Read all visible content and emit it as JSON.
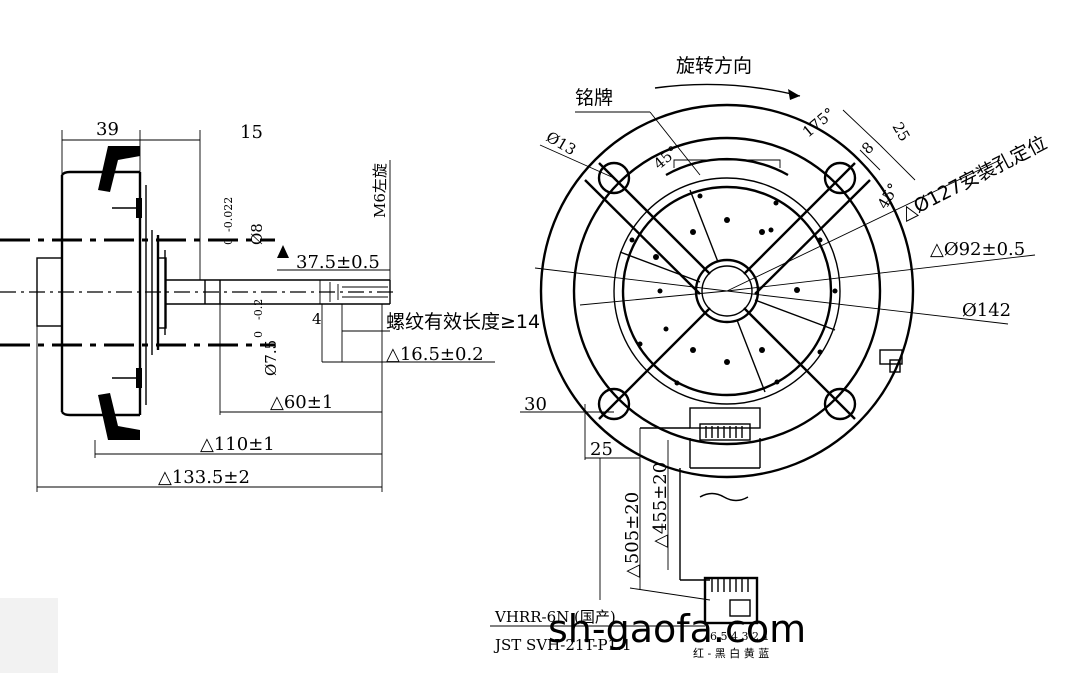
{
  "side_view": {
    "dim_39": "39",
    "dim_15": "15",
    "dim_shaft_dia": "Ø8",
    "dim_shaft_dia_tol_upper": "0",
    "dim_shaft_dia_tol_lower": "-0.022",
    "dim_flat": "Ø7.5",
    "dim_flat_tol_upper": "0",
    "dim_flat_tol_lower": "-0.2",
    "dim_4": "4",
    "thread": "M6左旋",
    "dim_37_5": "37.5±0.5",
    "thread_length": "螺纹有效长度≥14",
    "dim_16_5": "△16.5±0.2",
    "dim_60": "△60±1",
    "dim_110": "△110±1",
    "dim_133_5": "△133.5±2"
  },
  "front_view": {
    "rotation_direction": "旋转方向",
    "nameplate": "铭牌",
    "angle_175": "175°",
    "angle_45_a": "45°",
    "angle_45_b": "45°",
    "dim_25_top": "25",
    "dim_8": "8",
    "dim_13": "Ø13",
    "mount_hole_dia": "△Ø127安装孔定位",
    "dim_92": "△Ø92±0.5",
    "dim_142": "Ø142",
    "dim_30": "30",
    "dim_25_bottom": "25",
    "lead_505": "△505±20",
    "lead_455": "△455±20",
    "connector_1": "VHRR-6N (国产)",
    "connector_2": "JST SVH-21T-P1.1",
    "pin_numbers": "6 5 4 3 2 1",
    "wire_colors": "红 - 黑 白 黄 蓝",
    "watermark": "sh-gaofa.com"
  }
}
